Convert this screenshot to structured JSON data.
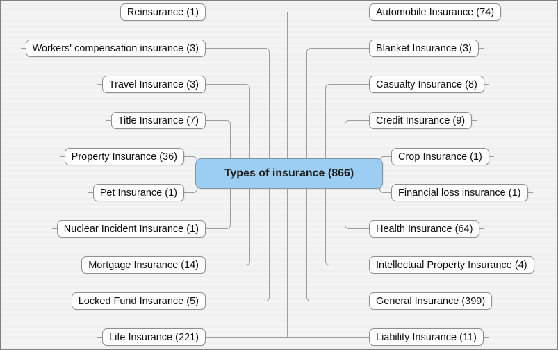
{
  "diagram": {
    "type": "mindmap",
    "root": {
      "name": "Types of insurance",
      "count": 866,
      "display": "Types of insurance (866)"
    },
    "left_nodes": [
      {
        "name": "Reinsurance",
        "count": 1,
        "display": "Reinsurance (1)"
      },
      {
        "name": "Workers' compensation insurance",
        "count": 3,
        "display": "Workers' compensation insurance (3)"
      },
      {
        "name": "Travel Insurance",
        "count": 3,
        "display": "Travel Insurance (3)"
      },
      {
        "name": "Title Insurance",
        "count": 7,
        "display": "Title Insurance (7)"
      },
      {
        "name": "Property Insurance",
        "count": 36,
        "display": "Property Insurance (36)"
      },
      {
        "name": "Pet Insurance",
        "count": 1,
        "display": "Pet Insurance (1)"
      },
      {
        "name": "Nuclear Incident Insurance",
        "count": 1,
        "display": "Nuclear Incident Insurance (1)"
      },
      {
        "name": "Mortgage Insurance",
        "count": 14,
        "display": "Mortgage Insurance (14)"
      },
      {
        "name": "Locked Fund Insurance",
        "count": 5,
        "display": "Locked Fund Insurance (5)"
      },
      {
        "name": "Life Insurance",
        "count": 221,
        "display": "Life Insurance (221)"
      }
    ],
    "right_nodes": [
      {
        "name": "Automobile Insurance",
        "count": 74,
        "display": "Automobile Insurance (74)"
      },
      {
        "name": "Blanket Insurance",
        "count": 3,
        "display": "Blanket Insurance (3)"
      },
      {
        "name": "Casualty Insurance",
        "count": 8,
        "display": "Casualty Insurance (8)"
      },
      {
        "name": "Credit Insurance",
        "count": 9,
        "display": "Credit Insurance (9)"
      },
      {
        "name": "Crop Insurance",
        "count": 1,
        "display": "Crop Insurance (1)"
      },
      {
        "name": "Financial loss insurance",
        "count": 1,
        "display": "Financial loss insurance (1)"
      },
      {
        "name": "Health Insurance",
        "count": 64,
        "display": "Health Insurance (64)"
      },
      {
        "name": "Intellectual Property Insurance",
        "count": 4,
        "display": "Intellectual Property Insurance (4)"
      },
      {
        "name": "General Insurance",
        "count": 399,
        "display": "General Insurance (399)"
      },
      {
        "name": "Liability Insurance",
        "count": 11,
        "display": "Liability Insurance (11)"
      }
    ],
    "colors": {
      "bg_light": "#f4f4f4",
      "bg_dark": "#f0f0f0",
      "frame": "#808080",
      "line": "#9e9e9e",
      "node_fill": "#fefefe",
      "node_border": "#8f8f8f",
      "node_text": "#0d0d0d",
      "root_fill": "#9bcef2",
      "root_border": "#7e95a6",
      "root_text": "#1f1f1f"
    }
  }
}
